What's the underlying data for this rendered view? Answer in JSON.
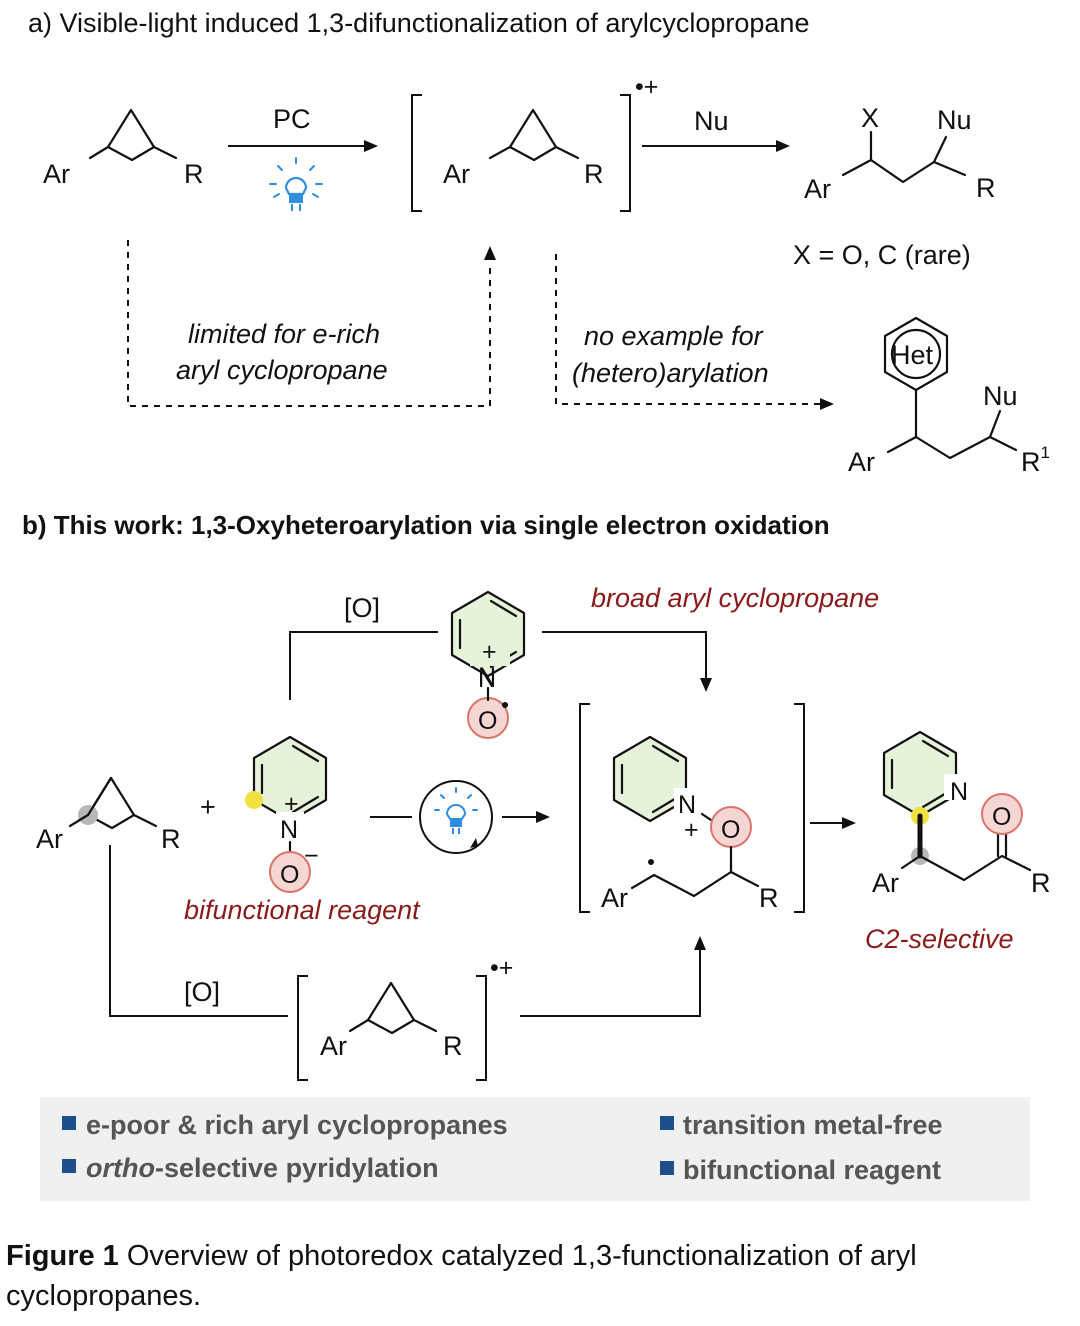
{
  "section_a": {
    "title": "a) Visible-light induced 1,3-difunctionalization of arylcyclopropane",
    "pc": "PC",
    "nu": "Nu",
    "x": "X",
    "ar": "Ar",
    "r": "R",
    "radical_cation": "•+",
    "x_def": "X = O, C (rare)",
    "limit_line1": "limited for e-rich",
    "limit_line2": "aryl cyclopropane",
    "noex_line1": "no example for",
    "noex_line2": "(hetero)arylation",
    "het": "Het",
    "r1": "R",
    "r1_sup": "1"
  },
  "section_b": {
    "title": "b) This work: 1,3-Oxyheteroarylation via single electron oxidation",
    "ox": "[O]",
    "broad": "broad aryl cyclopropane",
    "bifunctional": "bifunctional reagent",
    "c2": "C2-selective",
    "plus": "+",
    "n": "N",
    "o": "O",
    "minus": "−",
    "ar": "Ar",
    "r": "R",
    "radical_cation": "•+"
  },
  "features": [
    {
      "text": "e-poor & rich aryl cyclopropanes"
    },
    {
      "italic": "ortho",
      "text": "-selective pyridylation"
    },
    {
      "text": "transition metal-free"
    },
    {
      "text": "bifunctional reagent"
    }
  ],
  "colors": {
    "ring_fill": "#e6f2d9",
    "o_highlight": "#f6d6d3",
    "c2_marker": "#f0e040",
    "c_marker": "#b8b8b8",
    "accent_red": "#8b1a1a",
    "bulb_blue": "#2f8ee0",
    "feature_square": "#1d4f8f",
    "feature_panel": "#f0f0f0"
  },
  "caption": {
    "label": "Figure 1",
    "text_line1": " Overview of photoredox catalyzed 1,3-functionalization of aryl",
    "text_line2": "cyclopropanes."
  }
}
